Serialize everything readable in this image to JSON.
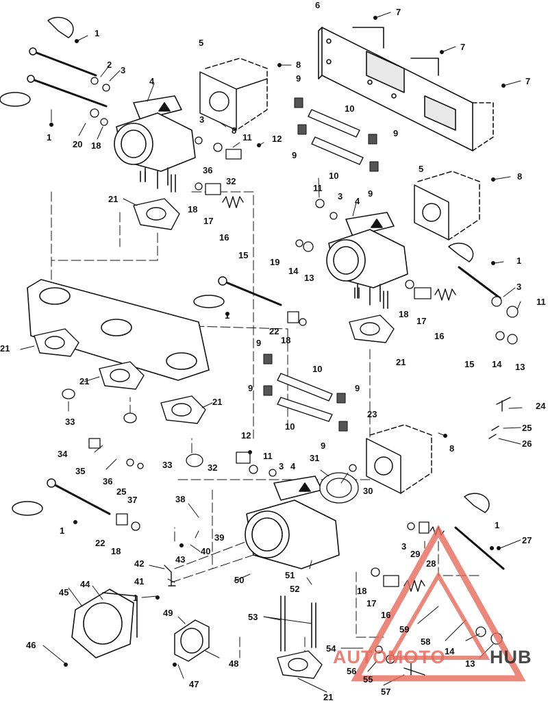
{
  "diagram": {
    "part_labels": [
      {
        "id": "c6",
        "text": "6"
      },
      {
        "id": "c7a",
        "text": "7"
      },
      {
        "id": "c7b",
        "text": "7"
      },
      {
        "id": "c7c",
        "text": "7"
      },
      {
        "id": "c1a",
        "text": "1"
      },
      {
        "id": "c5a",
        "text": "5"
      },
      {
        "id": "c2",
        "text": "2"
      },
      {
        "id": "c3a",
        "text": "3"
      },
      {
        "id": "c8a",
        "text": "8"
      },
      {
        "id": "c4a",
        "text": "4"
      },
      {
        "id": "c9a",
        "text": "9"
      },
      {
        "id": "c10a",
        "text": "10"
      },
      {
        "id": "c1b",
        "text": "1"
      },
      {
        "id": "c20",
        "text": "20"
      },
      {
        "id": "c18a",
        "text": "18"
      },
      {
        "id": "c3b",
        "text": "3"
      },
      {
        "id": "c8b",
        "text": "8"
      },
      {
        "id": "c11a",
        "text": "11"
      },
      {
        "id": "c12a",
        "text": "12"
      },
      {
        "id": "c9b",
        "text": "9"
      },
      {
        "id": "c9c",
        "text": "9"
      },
      {
        "id": "c36a",
        "text": "36"
      },
      {
        "id": "c32a",
        "text": "32"
      },
      {
        "id": "c10b",
        "text": "10"
      },
      {
        "id": "c9d",
        "text": "9"
      },
      {
        "id": "c5b",
        "text": "5"
      },
      {
        "id": "c8c",
        "text": "8"
      },
      {
        "id": "c21a",
        "text": "21"
      },
      {
        "id": "c11b",
        "text": "11"
      },
      {
        "id": "c3c",
        "text": "3"
      },
      {
        "id": "c4b",
        "text": "4"
      },
      {
        "id": "c18b",
        "text": "18"
      },
      {
        "id": "c17a",
        "text": "17"
      },
      {
        "id": "c16a",
        "text": "16"
      },
      {
        "id": "c15a",
        "text": "15"
      },
      {
        "id": "c19",
        "text": "19"
      },
      {
        "id": "c14a",
        "text": "14"
      },
      {
        "id": "c13a",
        "text": "13"
      },
      {
        "id": "c1c",
        "text": "1"
      },
      {
        "id": "c3d",
        "text": "3"
      },
      {
        "id": "c11c",
        "text": "11"
      },
      {
        "id": "c1d",
        "text": "1"
      },
      {
        "id": "c22a",
        "text": "22"
      },
      {
        "id": "c18c",
        "text": "18"
      },
      {
        "id": "c18d",
        "text": "18"
      },
      {
        "id": "c17b",
        "text": "17"
      },
      {
        "id": "c16b",
        "text": "16"
      },
      {
        "id": "c21b",
        "text": "21"
      },
      {
        "id": "c15b",
        "text": "15"
      },
      {
        "id": "c14b",
        "text": "14"
      },
      {
        "id": "c13b",
        "text": "13"
      },
      {
        "id": "c21c",
        "text": "21"
      },
      {
        "id": "c9e",
        "text": "9"
      },
      {
        "id": "c10c",
        "text": "10"
      },
      {
        "id": "c21d",
        "text": "21"
      },
      {
        "id": "c9f",
        "text": "9"
      },
      {
        "id": "c9g",
        "text": "9"
      },
      {
        "id": "c21e",
        "text": "21"
      },
      {
        "id": "c33a",
        "text": "33"
      },
      {
        "id": "c10d",
        "text": "10"
      },
      {
        "id": "c23",
        "text": "23"
      },
      {
        "id": "c9h",
        "text": "9"
      },
      {
        "id": "c8d",
        "text": "8"
      },
      {
        "id": "c24",
        "text": "24"
      },
      {
        "id": "c25a",
        "text": "25"
      },
      {
        "id": "c26",
        "text": "26"
      },
      {
        "id": "c12b",
        "text": "12"
      },
      {
        "id": "c34",
        "text": "34"
      },
      {
        "id": "c35",
        "text": "35"
      },
      {
        "id": "c33b",
        "text": "33"
      },
      {
        "id": "c32b",
        "text": "32"
      },
      {
        "id": "c11d",
        "text": "11"
      },
      {
        "id": "c3e",
        "text": "3"
      },
      {
        "id": "c4c",
        "text": "4"
      },
      {
        "id": "c31",
        "text": "31"
      },
      {
        "id": "c30",
        "text": "30"
      },
      {
        "id": "c36b",
        "text": "36"
      },
      {
        "id": "c25b",
        "text": "25"
      },
      {
        "id": "c37",
        "text": "37"
      },
      {
        "id": "c38",
        "text": "38"
      },
      {
        "id": "c1e",
        "text": "1"
      },
      {
        "id": "c22b",
        "text": "22"
      },
      {
        "id": "c18e",
        "text": "18"
      },
      {
        "id": "c39",
        "text": "39"
      },
      {
        "id": "c40",
        "text": "40"
      },
      {
        "id": "c3f",
        "text": "3"
      },
      {
        "id": "c29",
        "text": "29"
      },
      {
        "id": "c28",
        "text": "28"
      },
      {
        "id": "c1f",
        "text": "1"
      },
      {
        "id": "c27",
        "text": "27"
      },
      {
        "id": "c42",
        "text": "42"
      },
      {
        "id": "c43",
        "text": "43"
      },
      {
        "id": "c50",
        "text": "50"
      },
      {
        "id": "c51",
        "text": "51"
      },
      {
        "id": "c41",
        "text": "41"
      },
      {
        "id": "c52",
        "text": "52"
      },
      {
        "id": "c18f",
        "text": "18"
      },
      {
        "id": "c1g",
        "text": "1"
      },
      {
        "id": "c17c",
        "text": "17"
      },
      {
        "id": "c45",
        "text": "45"
      },
      {
        "id": "c44",
        "text": "44"
      },
      {
        "id": "c16c",
        "text": "16"
      },
      {
        "id": "c59",
        "text": "59"
      },
      {
        "id": "c49",
        "text": "49"
      },
      {
        "id": "c53",
        "text": "53"
      },
      {
        "id": "c58",
        "text": "58"
      },
      {
        "id": "c14c",
        "text": "14"
      },
      {
        "id": "c46",
        "text": "46"
      },
      {
        "id": "c54",
        "text": "54"
      },
      {
        "id": "c48",
        "text": "48"
      },
      {
        "id": "c56",
        "text": "56"
      },
      {
        "id": "c13c",
        "text": "13"
      },
      {
        "id": "c55",
        "text": "55"
      },
      {
        "id": "c47",
        "text": "47"
      },
      {
        "id": "c57",
        "text": "57"
      },
      {
        "id": "c21f",
        "text": "21"
      }
    ]
  },
  "watermark": {
    "part_a": "AUTOMOTO",
    "part_b": "HUB",
    "color_a": "#e86a5c",
    "color_b": "#2a2a2a",
    "icon": "triangle-logo-icon"
  }
}
